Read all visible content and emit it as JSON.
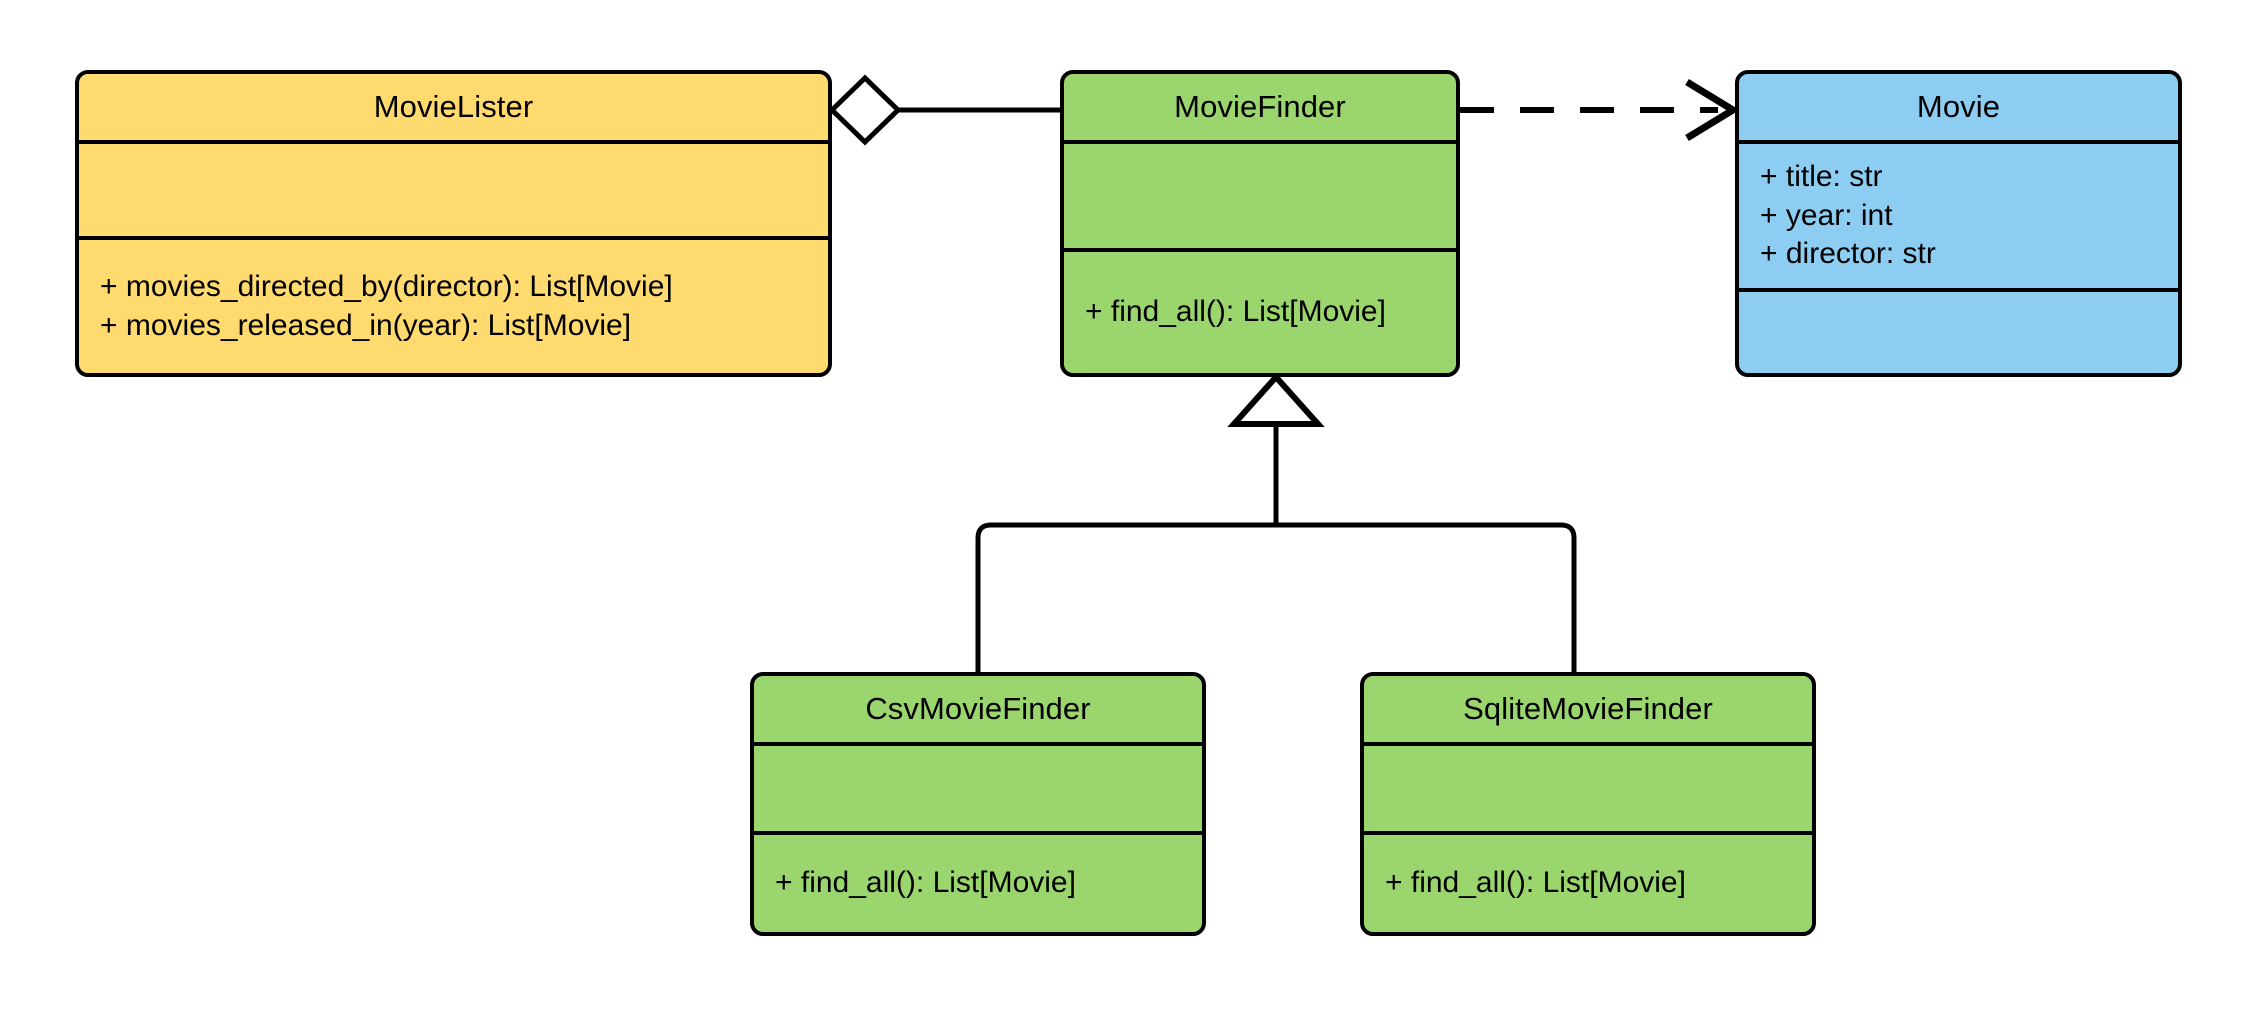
{
  "diagram": {
    "type": "uml-class-diagram",
    "background": "#ffffff",
    "palette": {
      "yellow": "#ffda6e",
      "green": "#9ad56e",
      "blue": "#8ecdf2",
      "stroke": "#000000"
    }
  },
  "classes": {
    "movie_lister": {
      "name": "MovieLister",
      "color": "#ffda6e",
      "attributes": [],
      "operations": [
        "+ movies_directed_by(director): List[Movie]",
        "+ movies_released_in(year): List[Movie]"
      ]
    },
    "movie_finder": {
      "name": "MovieFinder",
      "color": "#9ad56e",
      "attributes": [],
      "operations": [
        "+ find_all(): List[Movie]"
      ]
    },
    "movie": {
      "name": "Movie",
      "color": "#8ecdf2",
      "attributes": [
        "+ title: str",
        "+ year: int",
        "+ director: str"
      ],
      "operations": []
    },
    "csv_movie_finder": {
      "name": "CsvMovieFinder",
      "color": "#9ad56e",
      "attributes": [],
      "operations": [
        "+ find_all(): List[Movie]"
      ]
    },
    "sqlite_movie_finder": {
      "name": "SqliteMovieFinder",
      "color": "#9ad56e",
      "attributes": [],
      "operations": [
        "+ find_all(): List[Movie]"
      ]
    }
  },
  "relationships": [
    {
      "id": "aggregation-lister-finder",
      "kind": "aggregation",
      "from": "movie_lister",
      "to": "movie_finder",
      "marker": "hollow-diamond",
      "line": "solid"
    },
    {
      "id": "dependency-finder-movie",
      "kind": "dependency",
      "from": "movie_finder",
      "to": "movie",
      "marker": "open-arrow",
      "line": "dashed"
    },
    {
      "id": "inheritance-csv-finder",
      "kind": "generalization",
      "from": "csv_movie_finder",
      "to": "movie_finder",
      "marker": "hollow-triangle",
      "line": "solid"
    },
    {
      "id": "inheritance-sqlite-finder",
      "kind": "generalization",
      "from": "sqlite_movie_finder",
      "to": "movie_finder",
      "marker": "hollow-triangle",
      "line": "solid"
    }
  ]
}
